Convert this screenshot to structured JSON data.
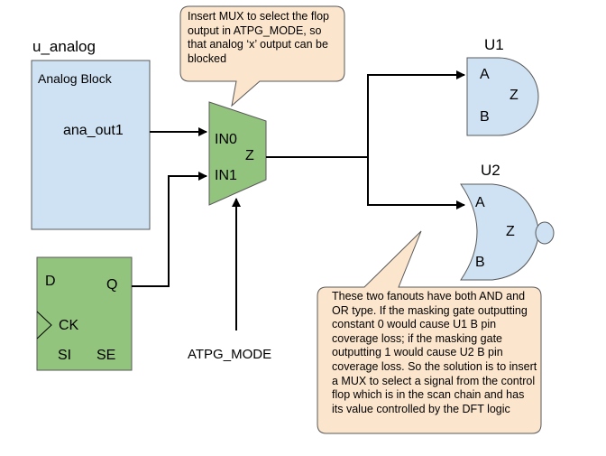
{
  "analog_block": {
    "instance_name": "u_analog",
    "title": "Analog Block",
    "output_pin": "ana_out1",
    "fill": "#cfe2f3"
  },
  "mux": {
    "input0": "IN0",
    "input1": "IN1",
    "output": "Z",
    "fill": "#93c47d"
  },
  "flop": {
    "pin_d": "D",
    "pin_q": "Q",
    "pin_ck": "CK",
    "pin_si": "SI",
    "pin_se": "SE",
    "fill": "#93c47d"
  },
  "select_signal": "ATPG_MODE",
  "gate_u1": {
    "name": "U1",
    "type": "AND",
    "pin_a": "A",
    "pin_b": "B",
    "pin_z": "Z",
    "fill": "#cfe2f3"
  },
  "gate_u2": {
    "name": "U2",
    "type": "NOR",
    "pin_a": "A",
    "pin_b": "B",
    "pin_z": "Z",
    "fill": "#cfe2f3"
  },
  "callout_top": {
    "text": "Insert MUX to select the flop output in ATPG_MODE, so that analog ‘x’ output can be blocked",
    "fill": "#fce5cd"
  },
  "callout_bottom": {
    "text": "These two fanouts have both AND and OR type. If the masking gate outputting constant 0 would cause U1 B pin coverage loss; if the masking gate outputting 1 would cause U2 B pin coverage loss. So the solution is to insert a MUX to select a signal from the control flop which is in the scan chain and has its value controlled by the DFT logic",
    "fill": "#fce5cd"
  },
  "colors": {
    "stroke": "#000000",
    "box_stroke": "#595959"
  }
}
